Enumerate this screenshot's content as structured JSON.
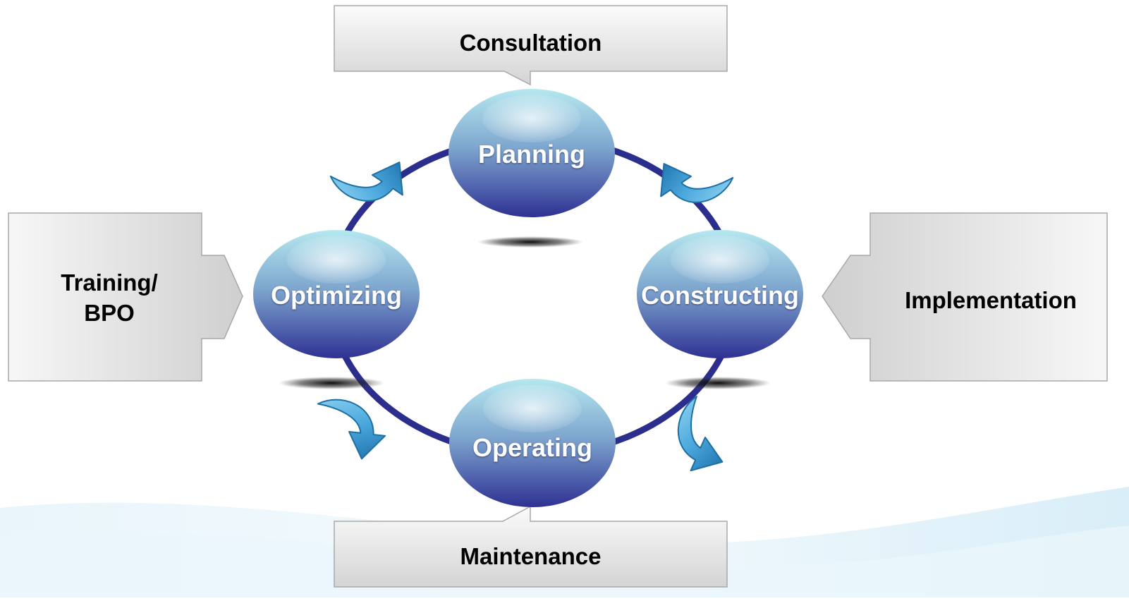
{
  "diagram": {
    "nodes": {
      "top": "Planning",
      "right": "Constructing",
      "bottom": "Operating",
      "left": "Optimizing"
    },
    "boxes": {
      "top": "Consultation",
      "right": "Implementation",
      "bottom": "Maintenance",
      "left_line1": "Training/",
      "left_line2": "BPO"
    }
  },
  "colors": {
    "ring": "#2b2e8c",
    "node_top": "#a9e2ec",
    "node_bottom": "#2e3193",
    "arrow_light": "#5cb8e4",
    "arrow_dark": "#1b6fa8",
    "box_light": "#f5f5f5",
    "box_dark": "#cfcfcf"
  }
}
